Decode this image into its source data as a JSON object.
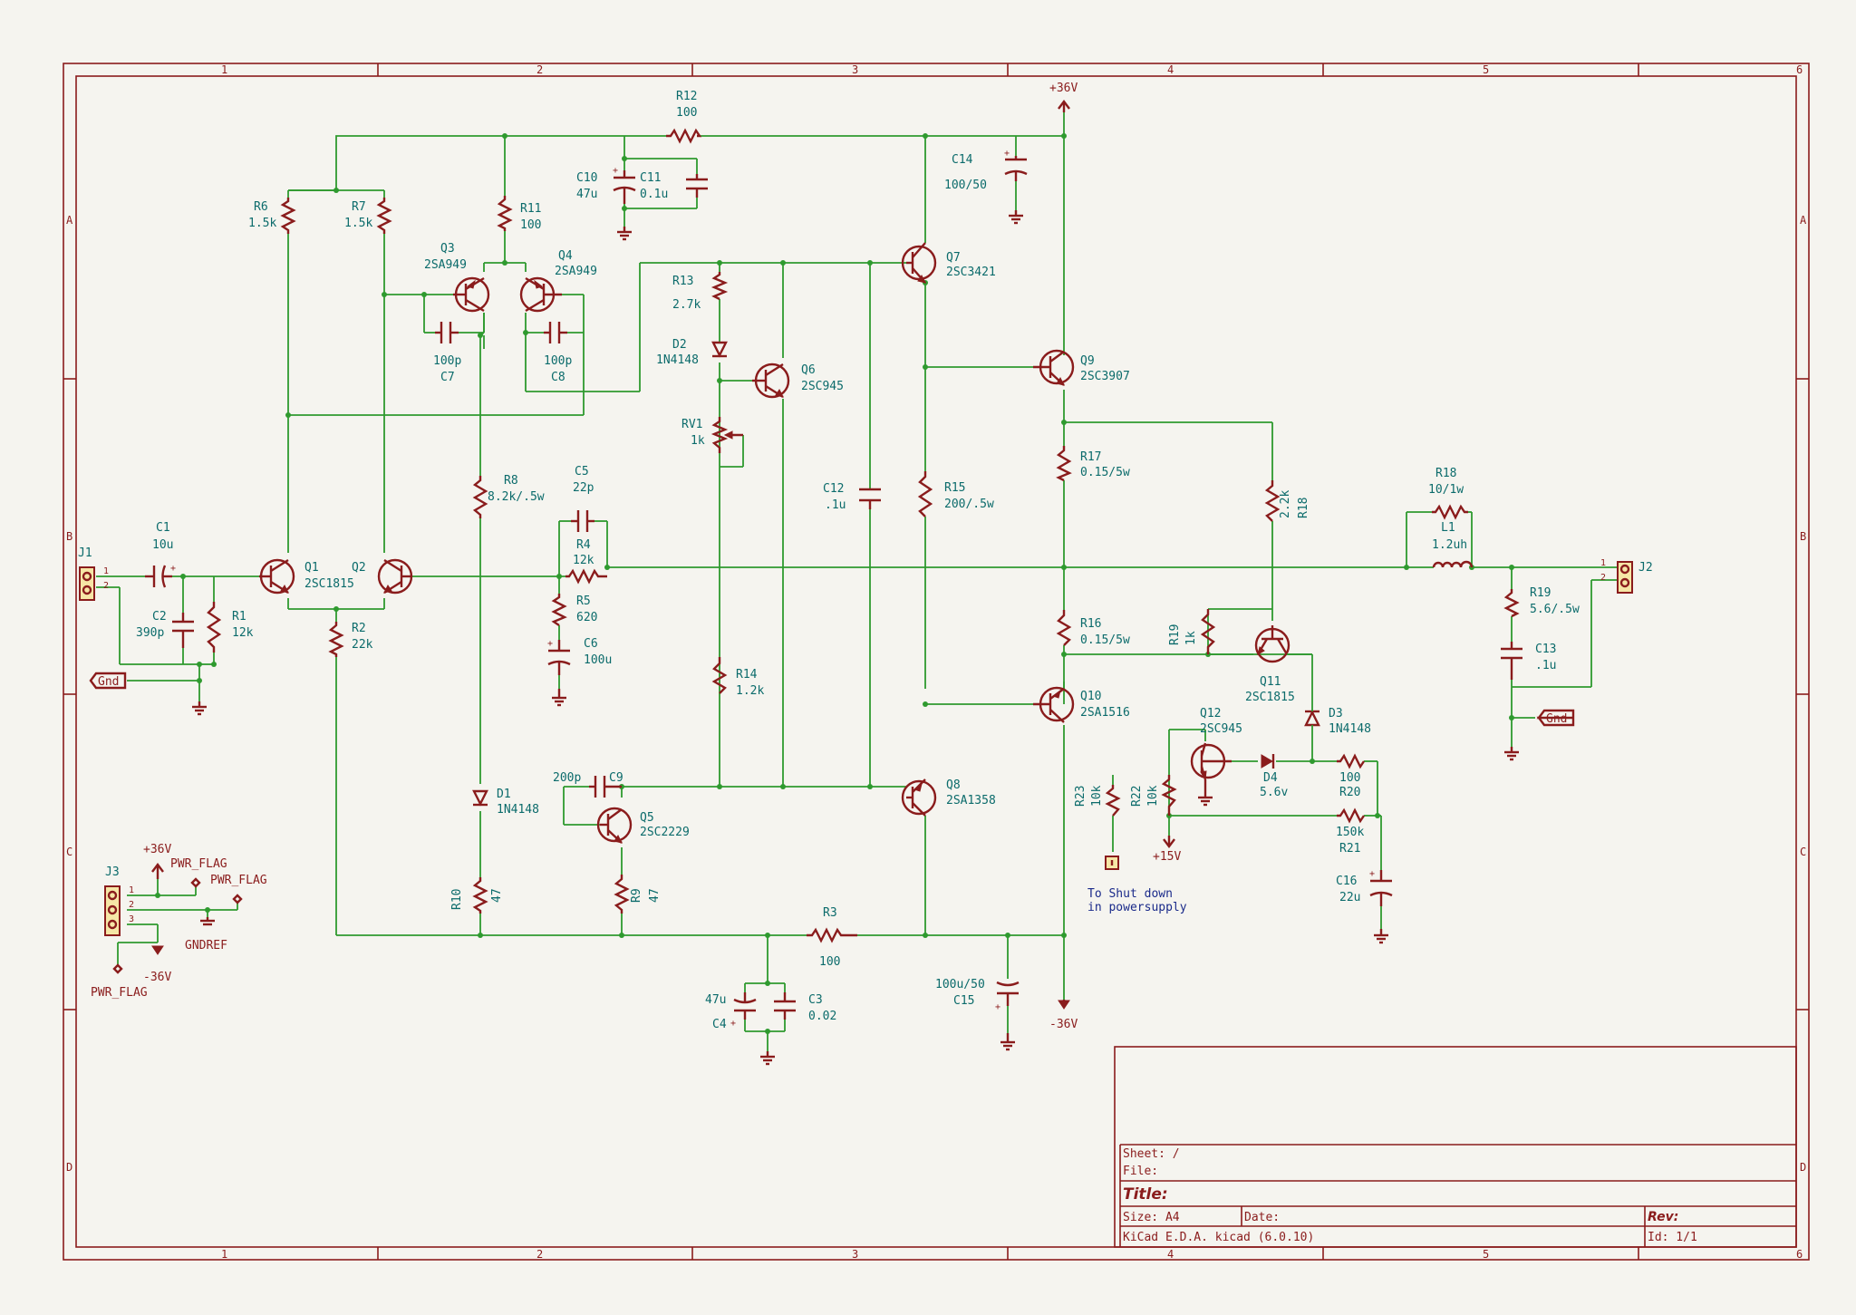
{
  "border": {
    "columns": [
      "1",
      "2",
      "3",
      "4",
      "5",
      "6"
    ],
    "rows": [
      "A",
      "B",
      "C",
      "D"
    ]
  },
  "title_block": {
    "sheet": "Sheet: /",
    "file": "File:",
    "title": "Title:",
    "size": "Size: A4",
    "date": "Date:",
    "rev": "Rev:",
    "tool": "KiCad E.D.A.  kicad (6.0.10)",
    "id": "Id: 1/1"
  },
  "power": {
    "plus36_top": "+36V",
    "minus36_bottom": "-36V",
    "plus15": "+15V",
    "plus36_j3": "+36V",
    "minus36_j3": "-36V",
    "gndref": "GNDREF",
    "pwr_flag_1": "PWR_FLAG",
    "pwr_flag_2": "PWR_FLAG",
    "pwr_flag_3": "PWR_FLAG"
  },
  "net_labels": {
    "gnd_left": "Gnd",
    "gnd_right": "Gnd"
  },
  "note": {
    "line1": "To Shut down",
    "line2": "in powersupply"
  },
  "components": {
    "J1": {
      "ref": "J1"
    },
    "J2": {
      "ref": "J2"
    },
    "J3": {
      "ref": "J3"
    },
    "C1": {
      "ref": "C1",
      "value": "10u"
    },
    "C2": {
      "ref": "C2",
      "value": "390p"
    },
    "R1": {
      "ref": "R1",
      "value": "12k"
    },
    "Q1": {
      "ref": "Q1",
      "value": "2SC1815"
    },
    "Q2": {
      "ref": "Q2"
    },
    "R2": {
      "ref": "R2",
      "value": "22k"
    },
    "R6": {
      "ref": "R6",
      "value": "1.5k"
    },
    "R7": {
      "ref": "R7",
      "value": "1.5k"
    },
    "Q3": {
      "ref": "Q3",
      "value": "2SA949"
    },
    "Q4": {
      "ref": "Q4",
      "value": "2SA949"
    },
    "R11": {
      "ref": "R11",
      "value": "100"
    },
    "C7": {
      "ref": "C7",
      "value": "100p"
    },
    "C8": {
      "ref": "C8",
      "value": "100p"
    },
    "R12": {
      "ref": "R12",
      "value": "100"
    },
    "C10": {
      "ref": "C10",
      "value": "47u"
    },
    "C11": {
      "ref": "C11",
      "value": "0.1u"
    },
    "C14": {
      "ref": "C14",
      "value": "100/50"
    },
    "R13": {
      "ref": "R13",
      "value": "2.7k"
    },
    "D2": {
      "ref": "D2",
      "value": "1N4148"
    },
    "Q6": {
      "ref": "Q6",
      "value": "2SC945"
    },
    "RV1": {
      "ref": "RV1",
      "value": "1k"
    },
    "Q7": {
      "ref": "Q7",
      "value": "2SC3421"
    },
    "Q9": {
      "ref": "Q9",
      "value": "2SC3907"
    },
    "R8": {
      "ref": "R8",
      "value": "8.2k/.5w"
    },
    "C5": {
      "ref": "C5",
      "value": "22p"
    },
    "R4": {
      "ref": "R4",
      "value": "12k"
    },
    "R5": {
      "ref": "R5",
      "value": "620"
    },
    "C6": {
      "ref": "C6",
      "value": "100u"
    },
    "C12": {
      "ref": "C12",
      "value": ".1u"
    },
    "R15": {
      "ref": "R15",
      "value": "200/.5w"
    },
    "R17": {
      "ref": "R17",
      "value": "0.15/5w"
    },
    "R18": {
      "ref": "R18",
      "value": "2.2k"
    },
    "R18b": {
      "ref": "R18",
      "value": "10/1w"
    },
    "L1": {
      "ref": "L1",
      "value": "1.2uh"
    },
    "R19": {
      "ref": "R19",
      "value": "5.6/.5w"
    },
    "C13": {
      "ref": "C13",
      "value": ".1u"
    },
    "R14": {
      "ref": "R14",
      "value": "1.2k"
    },
    "R16": {
      "ref": "R16",
      "value": "0.15/5w"
    },
    "R19b": {
      "ref": "R19",
      "value": "1k"
    },
    "Q11": {
      "ref": "Q11",
      "value": "2SC1815"
    },
    "D3": {
      "ref": "D3",
      "value": "1N4148"
    },
    "Q10": {
      "ref": "Q10",
      "value": "2SA1516"
    },
    "Q12": {
      "ref": "Q12",
      "value": "2SC945"
    },
    "D4": {
      "ref": "D4",
      "value": "5.6v"
    },
    "R20": {
      "ref": "R20",
      "value": "100"
    },
    "R21": {
      "ref": "R21",
      "value": "150k"
    },
    "R22": {
      "ref": "R22",
      "value": "10k"
    },
    "R23": {
      "ref": "R23",
      "value": "10k"
    },
    "C16": {
      "ref": "C16",
      "value": "22u"
    },
    "D1": {
      "ref": "D1",
      "value": "1N4148"
    },
    "C9": {
      "ref": "C9",
      "value": "200p"
    },
    "Q5": {
      "ref": "Q5",
      "value": "2SC2229"
    },
    "Q8": {
      "ref": "Q8",
      "value": "2SA1358"
    },
    "R10": {
      "ref": "R10",
      "value": "47"
    },
    "R9": {
      "ref": "R9",
      "value": "47"
    },
    "R3": {
      "ref": "R3",
      "value": "100"
    },
    "C4": {
      "ref": "C4",
      "value": "47u"
    },
    "C3": {
      "ref": "C3",
      "value": "0.02"
    },
    "C15": {
      "ref": "C15",
      "value": "100u/50"
    }
  }
}
